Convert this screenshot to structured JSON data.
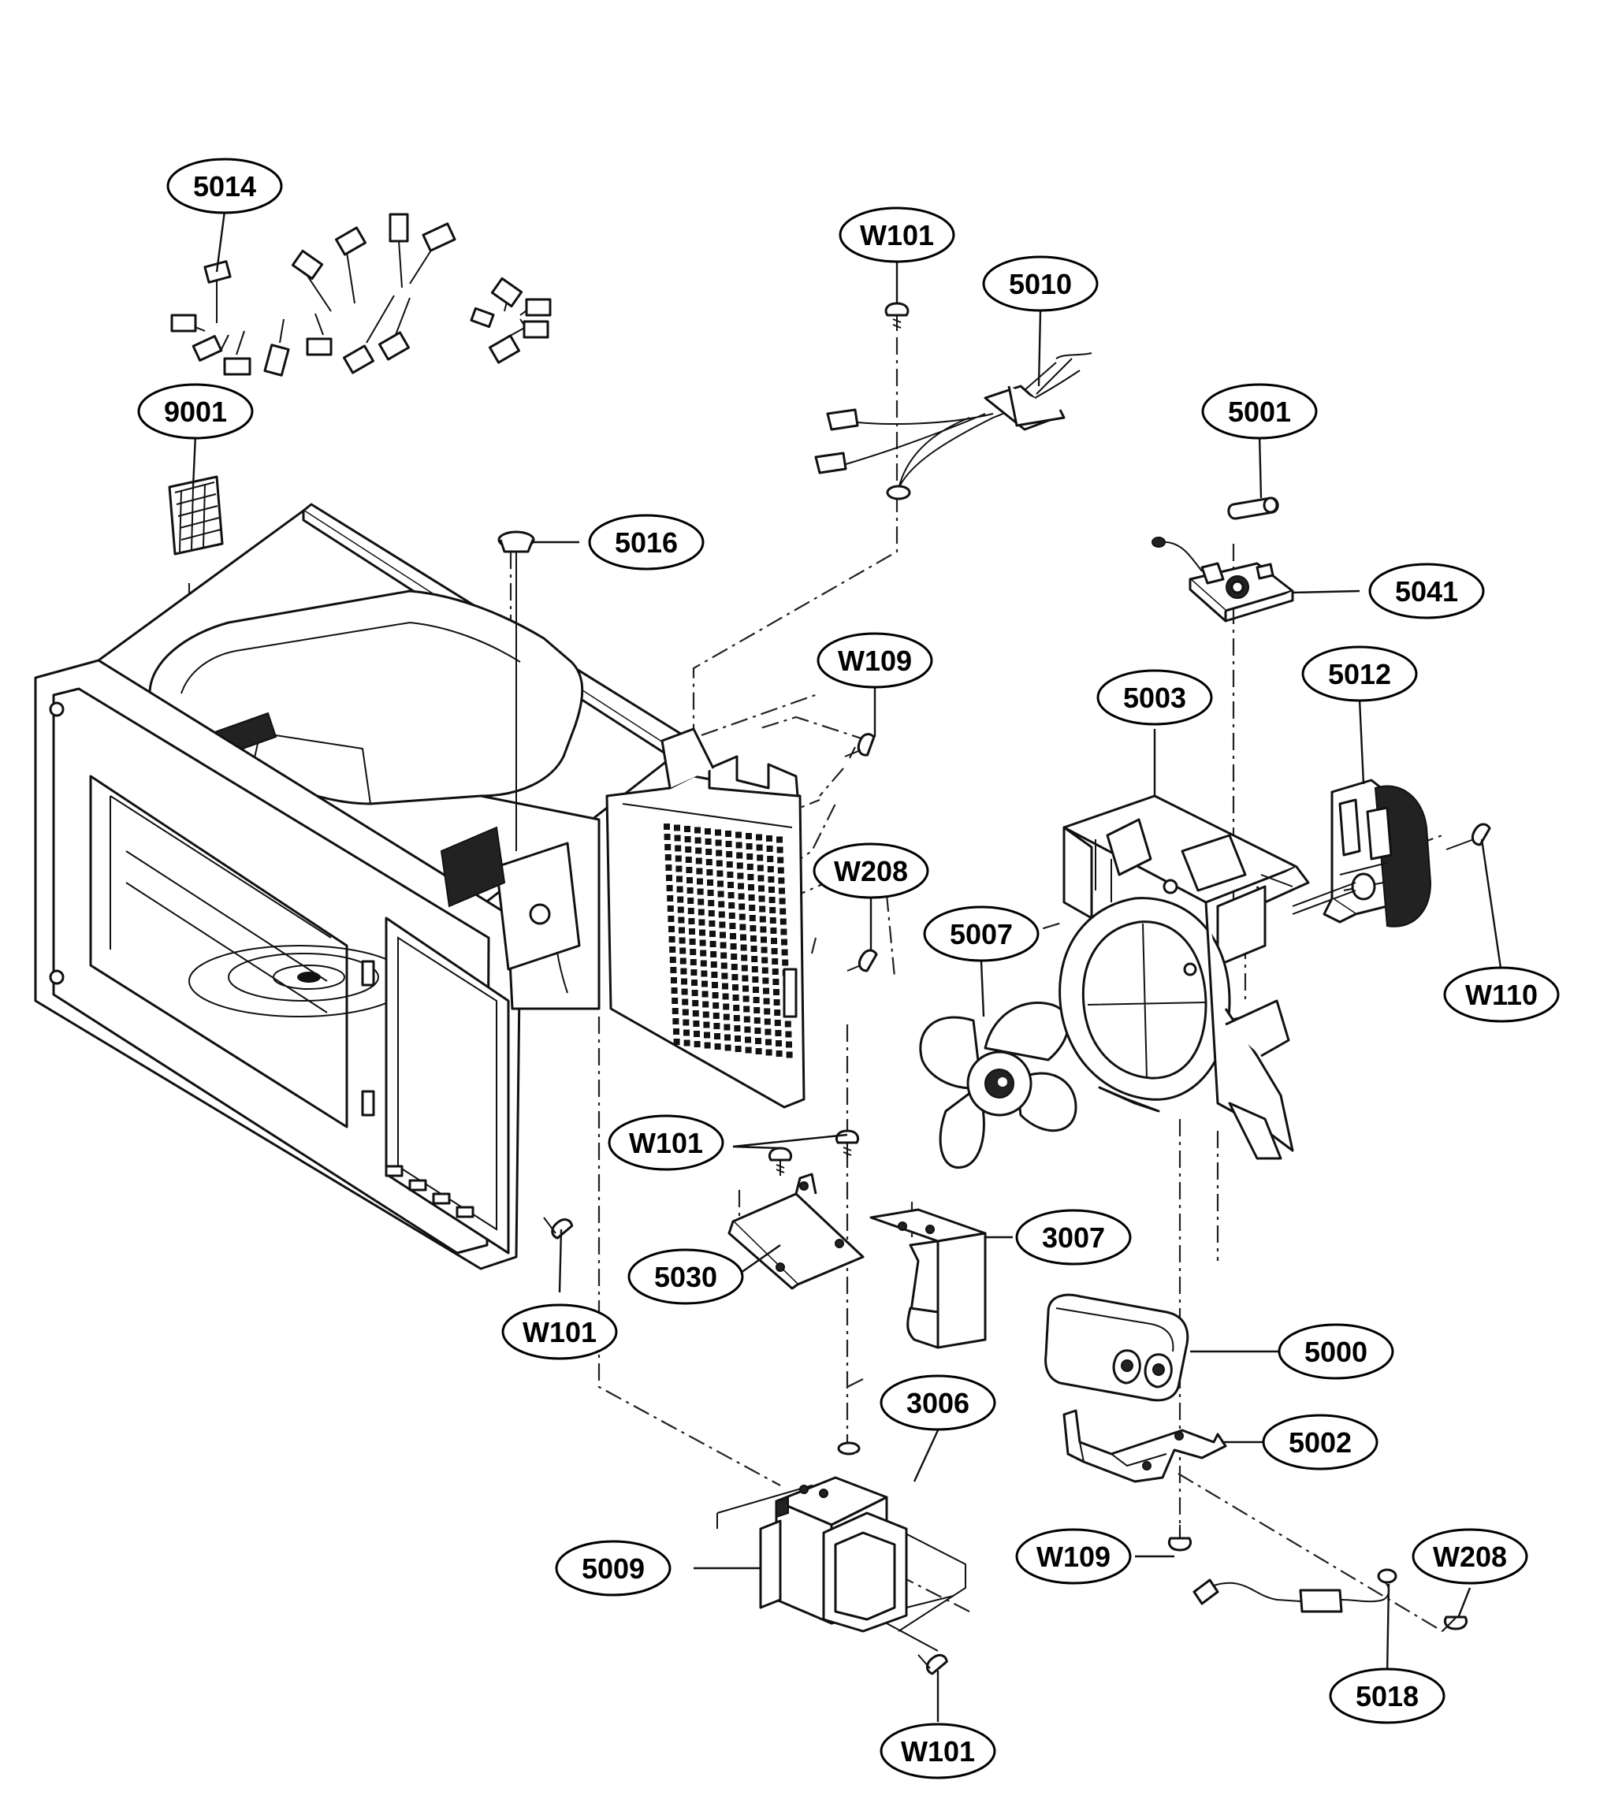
{
  "callouts": [
    {
      "id": "c5014",
      "label": "5014"
    },
    {
      "id": "c9001",
      "label": "9001"
    },
    {
      "id": "cW101a",
      "label": "W101"
    },
    {
      "id": "c5010",
      "label": "5010"
    },
    {
      "id": "c5016",
      "label": "5016"
    },
    {
      "id": "c5001",
      "label": "5001"
    },
    {
      "id": "c5041",
      "label": "5041"
    },
    {
      "id": "cW109a",
      "label": "W109"
    },
    {
      "id": "c5003",
      "label": "5003"
    },
    {
      "id": "c5012",
      "label": "5012"
    },
    {
      "id": "cW208a",
      "label": "W208"
    },
    {
      "id": "c5007",
      "label": "5007"
    },
    {
      "id": "cW110",
      "label": "W110"
    },
    {
      "id": "cW101b",
      "label": "W101"
    },
    {
      "id": "c3007",
      "label": "3007"
    },
    {
      "id": "c5030",
      "label": "5030"
    },
    {
      "id": "c5000",
      "label": "5000"
    },
    {
      "id": "cW101c",
      "label": "W101"
    },
    {
      "id": "c3006",
      "label": "3006"
    },
    {
      "id": "c5002",
      "label": "5002"
    },
    {
      "id": "c5009",
      "label": "5009"
    },
    {
      "id": "cW109b",
      "label": "W109"
    },
    {
      "id": "cW208b",
      "label": "W208"
    },
    {
      "id": "c5018",
      "label": "5018"
    },
    {
      "id": "cW101d",
      "label": "W101"
    }
  ]
}
